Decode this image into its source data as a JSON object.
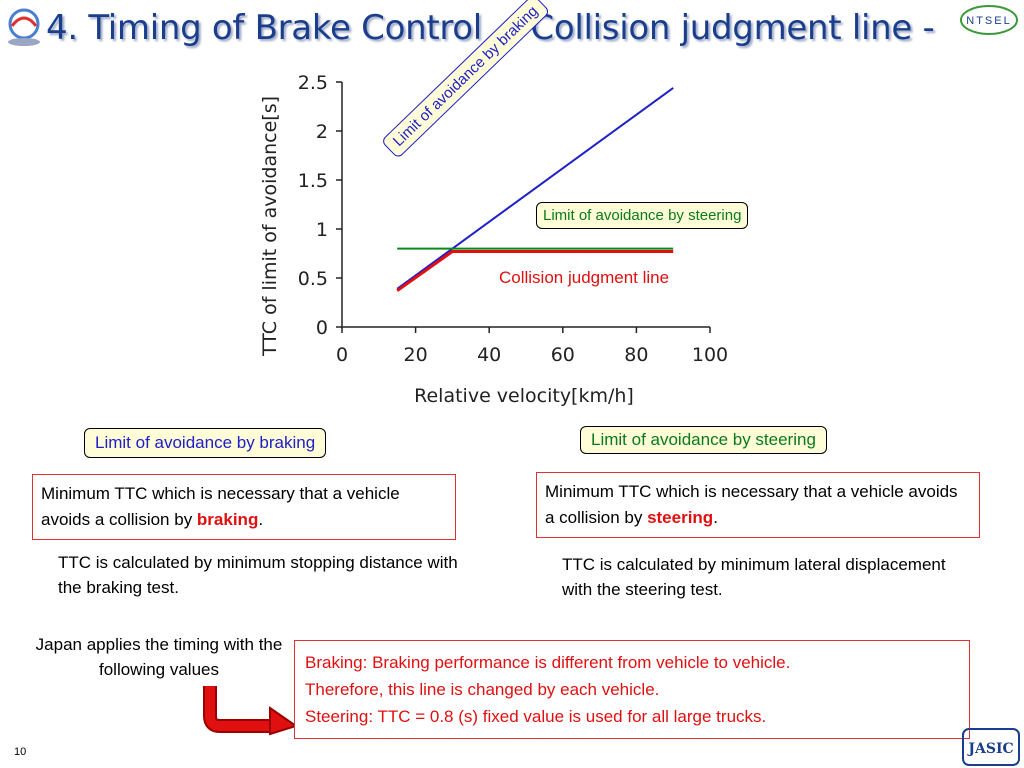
{
  "slide": {
    "title_main": "4. Timing of Brake Control",
    "title_sub": "- Collision judgment line -",
    "page_number": "10",
    "logo_right_text": "NTSEL",
    "logo_bottom_text": "JASIC"
  },
  "chart_data": {
    "type": "line",
    "xlabel": "Relative velocity[km/h]",
    "ylabel": "TTC of limit of avoidance[s]",
    "xlim": [
      0,
      100
    ],
    "ylim": [
      0,
      2.5
    ],
    "xticks": [
      "0",
      "20",
      "40",
      "60",
      "80",
      "100"
    ],
    "yticks": [
      "0",
      "0.5",
      "1",
      "1.5",
      "2",
      "2.5"
    ],
    "series": [
      {
        "name": "Limit of avoidance by braking",
        "color": "#1f20c8",
        "x": [
          15,
          90
        ],
        "y": [
          0.39,
          2.44
        ]
      },
      {
        "name": "Limit of avoidance by steering",
        "color": "#0a8a1a",
        "x": [
          15,
          90
        ],
        "y": [
          0.8,
          0.8
        ]
      },
      {
        "name": "Collision judgment line",
        "color": "#e01010",
        "x": [
          15,
          30,
          90
        ],
        "y": [
          0.37,
          0.77,
          0.77
        ]
      }
    ],
    "annotations": {
      "braking": "Limit of avoidance by braking",
      "steering": "Limit of avoidance by steering",
      "collision": "Collision judgment line"
    }
  },
  "left_panel": {
    "label": "Limit of avoidance by braking",
    "def_text": "Minimum TTC which is necessary  that a vehicle avoids a collision by ",
    "def_highlight": "braking",
    "def_end": ".",
    "desc": "TTC is calculated by minimum stopping distance with the braking test."
  },
  "right_panel": {
    "label": "Limit of avoidance by steering",
    "def_text": "Minimum TTC which is necessary  that a vehicle avoids a collision by ",
    "def_highlight": "steering",
    "def_end": ".",
    "desc": "TTC is calculated by minimum lateral displacement with the steering test."
  },
  "bottom": {
    "japan_text": "Japan applies the timing with the following values",
    "note_line1": "Braking: Braking performance is different from vehicle to vehicle.",
    "note_line2": "Therefore, this line is changed by each vehicle.",
    "note_line3": "Steering: TTC = 0.8 (s) fixed value is used for all large trucks."
  },
  "colors": {
    "title": "#1a3e8c",
    "braking": "#1f20c8",
    "steering": "#0a8a1a",
    "collision": "#e01010",
    "label_bg": "#fffcd8"
  }
}
